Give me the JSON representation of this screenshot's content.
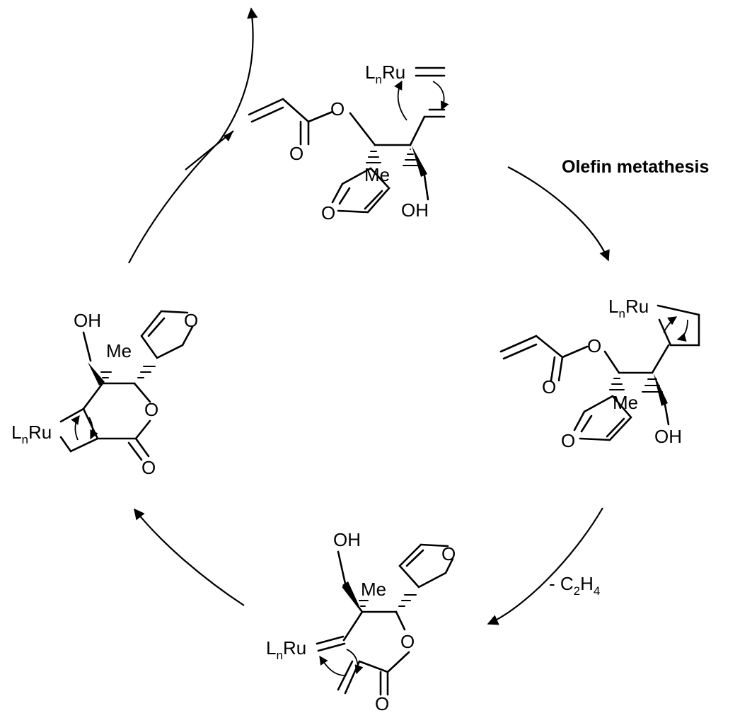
{
  "annotations": {
    "step_label": "Olefin metathesis",
    "byproduct_prefix": "- C",
    "byproduct_sub1": "2",
    "byproduct_mid": "H",
    "byproduct_sub2": "4"
  },
  "atoms": {
    "ru_L": "L",
    "ru_n": "n",
    "ru_Ru": "Ru",
    "oxygen": "O",
    "hydroxyl": "OH",
    "methyl": "Me"
  }
}
